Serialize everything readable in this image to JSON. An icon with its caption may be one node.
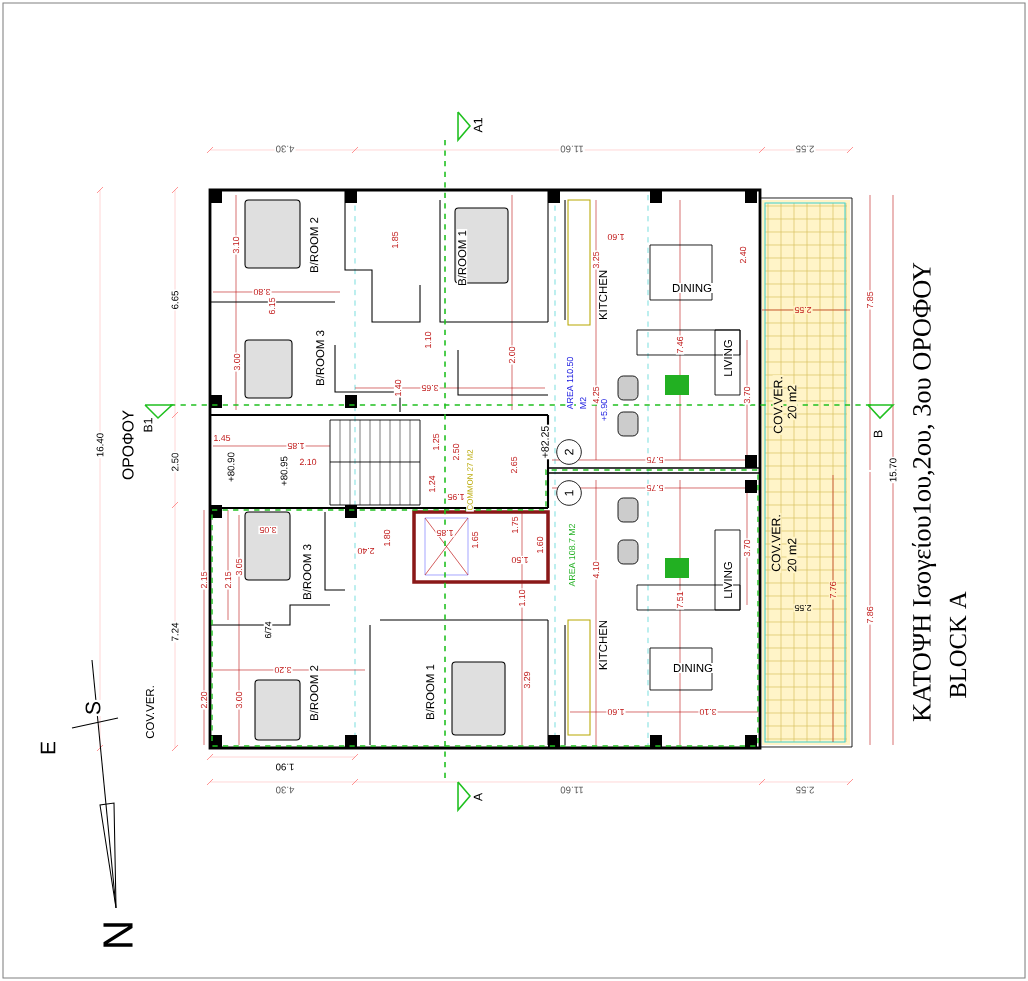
{
  "diagram": {
    "title": "ΚΑΤΟΨΗ Ισογείου1ου,2ου, 3ου ΟΡΟΦΟΥ",
    "nodes": [
      {
        "text": [
          "2"
        ]
      },
      {
        "text": [
          "1"
        ]
      }
    ],
    "labels": [
      "BLOCK A",
      "ΟΡΟΦΟΥ",
      "B1",
      "A1",
      "A",
      "B",
      "4.30",
      "11.60",
      "2.55",
      "16.40",
      "6.65",
      "2.50",
      "7.24",
      "B/ROOM 2",
      "B/ROOM 1",
      "B/ROOM 3",
      "KITCHEN",
      "DINING",
      "LIVING",
      "AREA 110.50",
      "M2",
      "+5.90",
      "COV.VER.",
      "20 m2",
      "3.10",
      "3.80",
      "6.15",
      "3.00",
      "1.85",
      "1.10",
      "1.40",
      "3.65",
      "2.00",
      "3.25",
      "1.60",
      "2.40",
      "7.46",
      "4.25",
      "3.70",
      "2.55",
      "7.85",
      "5.75",
      "1.45",
      "1.85",
      "2.10",
      "+80.90",
      "+80.95",
      "1.25",
      "2.50",
      "+82.25",
      "COMMON 27 M2",
      "1.24",
      "1.95",
      "2.65",
      "15.70",
      "5.75",
      "3.05",
      "B/ROOM 3",
      "2.40",
      "1.80",
      "1.85",
      "1.65",
      "1.75",
      "1.60",
      "1.50",
      "AREA 108.7 M2",
      "4.10",
      "3.70",
      "COV.VER.",
      "20 m2",
      "2.15",
      "2.15",
      "3.05",
      "LIVING",
      "7.51",
      "7.76",
      "2.55",
      "7.86",
      "1.10",
      "6/74",
      "KITCHEN",
      "3.20",
      "DINING",
      "3.29",
      "B/ROOM 2",
      "2.20",
      "3.00",
      "B/ROOM 1",
      "1.60",
      "3.10",
      "COV.VER.",
      "1.90",
      "4.30",
      "11.60",
      "2.55",
      "S",
      "E",
      "N"
    ]
  }
}
